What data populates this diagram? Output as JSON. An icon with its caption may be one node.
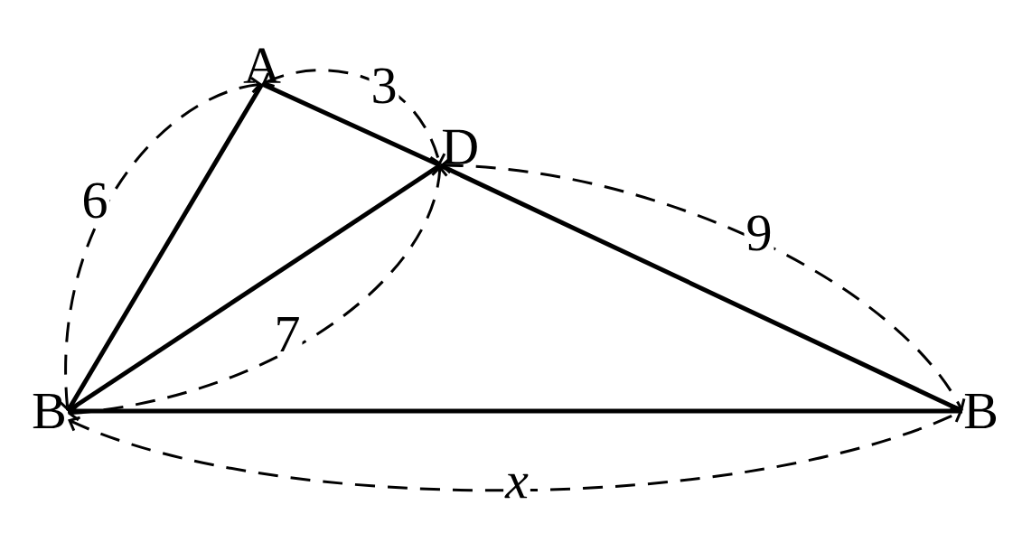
{
  "diagram": {
    "nodes": [
      {
        "text": [
          "A"
        ]
      },
      {
        "text": [
          "D"
        ]
      },
      {
        "text": [
          "B"
        ]
      },
      {
        "text": [
          "B"
        ]
      }
    ],
    "edges": [
      {
        "from": 0,
        "to": 2,
        "arrow": "none"
      },
      {
        "from": 0,
        "to": 1,
        "arrow": "none"
      },
      {
        "from": 1,
        "to": 3,
        "arrow": "none"
      },
      {
        "from": 2,
        "to": 1,
        "arrow": "none"
      },
      {
        "from": 2,
        "to": 3,
        "arrow": "none"
      },
      {
        "from": 0,
        "to": 1,
        "arrow": "both",
        "style": "dashed",
        "label": "3"
      },
      {
        "from": 0,
        "to": 2,
        "arrow": "both",
        "style": "dashed",
        "label": "6"
      },
      {
        "from": 1,
        "to": 3,
        "arrow": "both",
        "style": "dashed",
        "label": "9"
      },
      {
        "from": 2,
        "to": 1,
        "arrow": "both",
        "style": "dashed",
        "label": "7"
      },
      {
        "from": 2,
        "to": 3,
        "arrow": "both",
        "style": "dashed",
        "label": "x"
      }
    ]
  }
}
